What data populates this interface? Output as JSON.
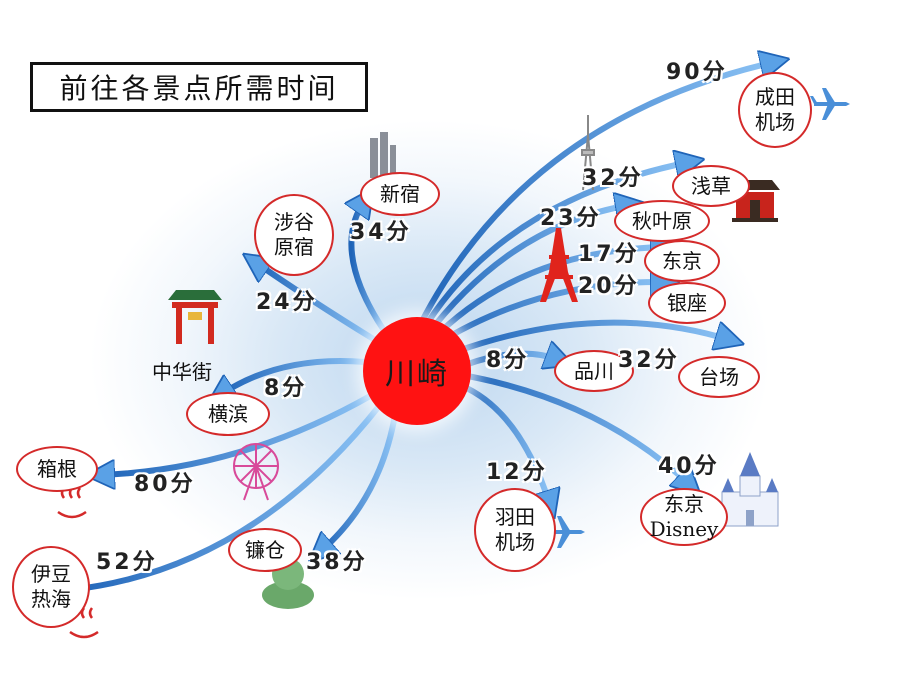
{
  "title": "前往各景点所需时间",
  "hub": "川崎",
  "destinations": {
    "narita": {
      "name": "成田\n机场",
      "time": "90分"
    },
    "asakusa": {
      "name": "浅草",
      "time": "32分"
    },
    "akihabara": {
      "name": "秋叶原",
      "time": "23分"
    },
    "tokyo": {
      "name": "东京",
      "time": "17分"
    },
    "ginza": {
      "name": "银座",
      "time": "20分"
    },
    "shinjuku": {
      "name": "新宿",
      "time": "34分"
    },
    "shibuya": {
      "name": "涉谷\n原宿",
      "time": "24分"
    },
    "chinatown": {
      "name": "中华街"
    },
    "yokohama": {
      "name": "横滨",
      "time": "8分"
    },
    "shinagawa": {
      "name": "品川",
      "time": "8分"
    },
    "odaiba": {
      "name": "台场",
      "time": "32分"
    },
    "hakone": {
      "name": "箱根",
      "time": "80分"
    },
    "haneda": {
      "name": "羽田\n机场",
      "time": "12分"
    },
    "disney": {
      "name": "东京\nDisney",
      "time": "40分"
    },
    "kamakura": {
      "name": "镰仓",
      "time": "38分"
    },
    "izu": {
      "name": "伊豆\n热海",
      "time": "52分"
    }
  },
  "icons": [
    "plane-icon",
    "tower-icon",
    "temple-gate-icon",
    "chinatown-gate-icon",
    "ferris-wheel-icon",
    "hot-spring-icon",
    "buddha-icon",
    "castle-icon",
    "skyscraper-icon"
  ],
  "colors": {
    "arrow": "#2f7fd0",
    "arrow_light": "#7fbaf0",
    "hub": "#ff1212",
    "circle_border": "#d42a2a"
  }
}
